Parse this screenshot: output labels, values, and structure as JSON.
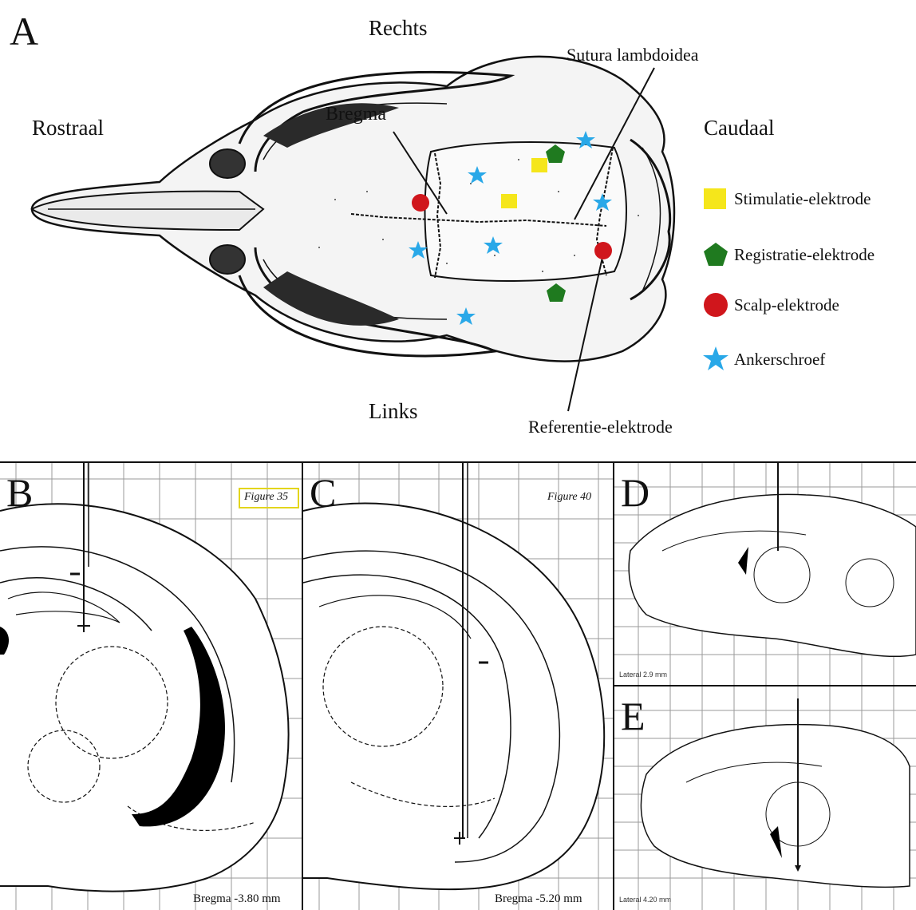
{
  "panel_a": {
    "letter": "A",
    "orientation": {
      "top": "Rechts",
      "bottom": "Links",
      "left": "Rostraal",
      "right": "Caudaal"
    },
    "annotations": {
      "bregma": "Bregma",
      "lambdoid": "Sutura lambdoidea",
      "reference": "Referentie-elektrode"
    },
    "legend": [
      {
        "label": "Stimulatie-elektrode",
        "shape": "square",
        "color": "#f5e61b"
      },
      {
        "label": "Registratie-elektrode",
        "shape": "pentagon",
        "color": "#1f7a1f"
      },
      {
        "label": "Scalp-elektrode",
        "shape": "circle",
        "color": "#d0161c"
      },
      {
        "label": "Ankerschroef",
        "shape": "star",
        "color": "#29a8e8"
      }
    ]
  },
  "panel_b": {
    "letter": "B",
    "figure": "Figure 35",
    "caption": "Bregma -3.80 mm"
  },
  "panel_c": {
    "letter": "C",
    "figure": "Figure 40",
    "caption": "Bregma -5.20 mm"
  },
  "panel_d": {
    "letter": "D",
    "caption": "Lateral 2.9 mm"
  },
  "panel_e": {
    "letter": "E",
    "caption": "Lateral 4.20 mm"
  },
  "colors": {
    "border": "#111111",
    "grid": "#9a9a9a",
    "figure_box": "#e3d51c"
  }
}
